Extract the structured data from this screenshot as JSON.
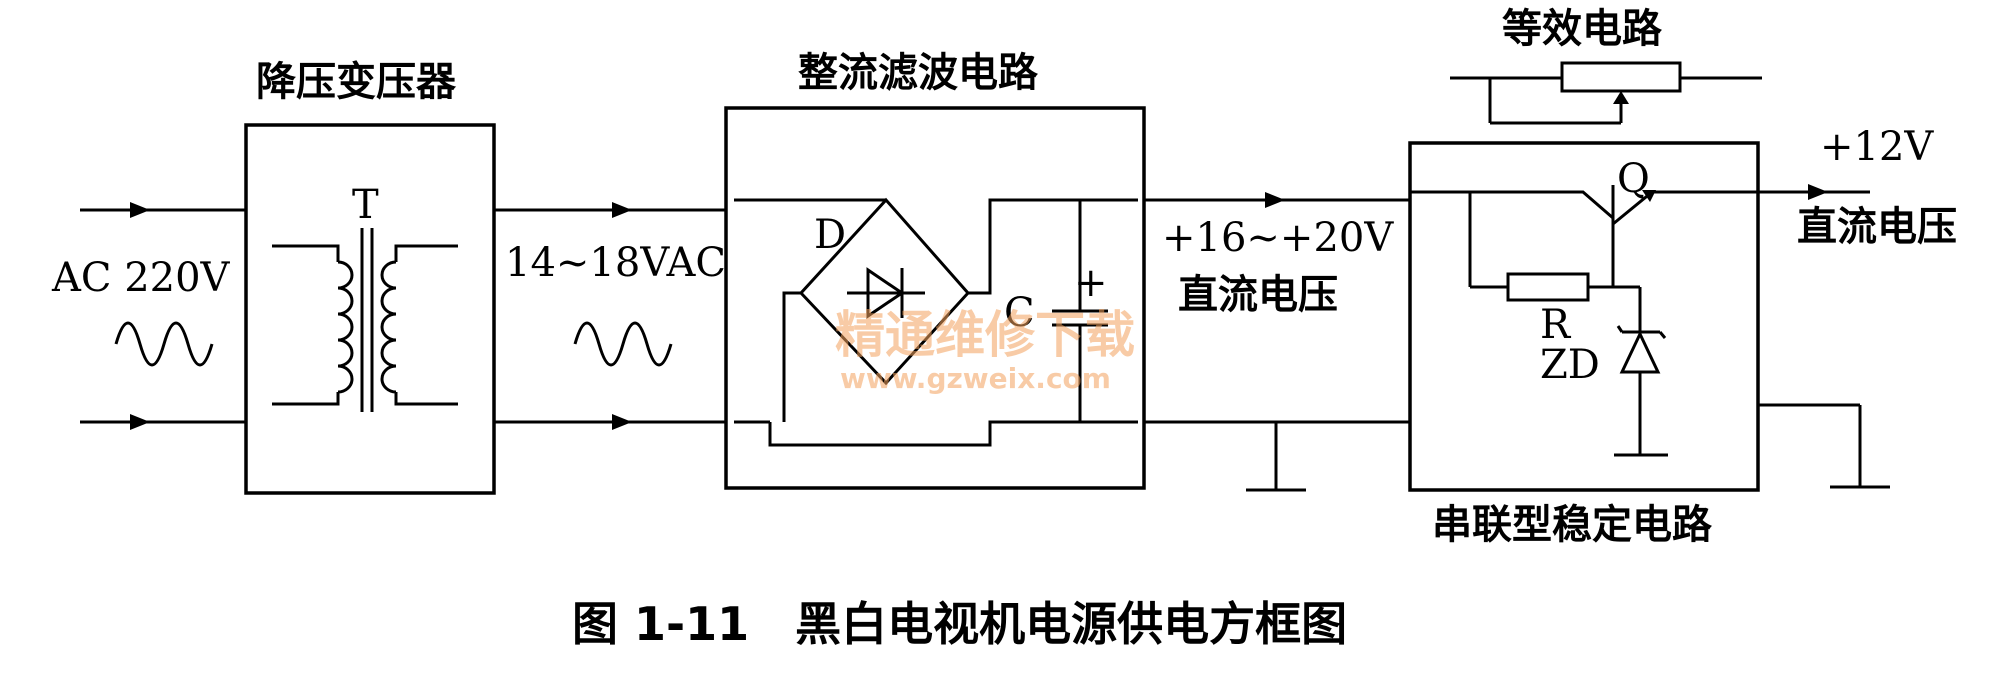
{
  "labels": {
    "transformer_title": "降压变压器",
    "rectifier_title": "整流滤波电路",
    "equivalent_title": "等效电路",
    "regulator_title": "串联型稳定电路",
    "input_voltage": "AC 220V",
    "transformer_ref": "T",
    "ac_secondary": "14~18VAC",
    "diode_ref": "D",
    "capacitor_ref": "C",
    "capacitor_plus": "+",
    "dc_mid_voltage": "+16~+20V",
    "dc_mid_text": "直流电压",
    "transistor_ref": "Q",
    "resistor_ref": "R",
    "zener_ref": "ZD",
    "output_voltage": "+12V",
    "output_text": "直流电压"
  },
  "caption": "图 1-11　黑白电视机电源供电方框图",
  "watermark": {
    "cn": "精通维修下载",
    "url": "www.gzweix.com"
  }
}
